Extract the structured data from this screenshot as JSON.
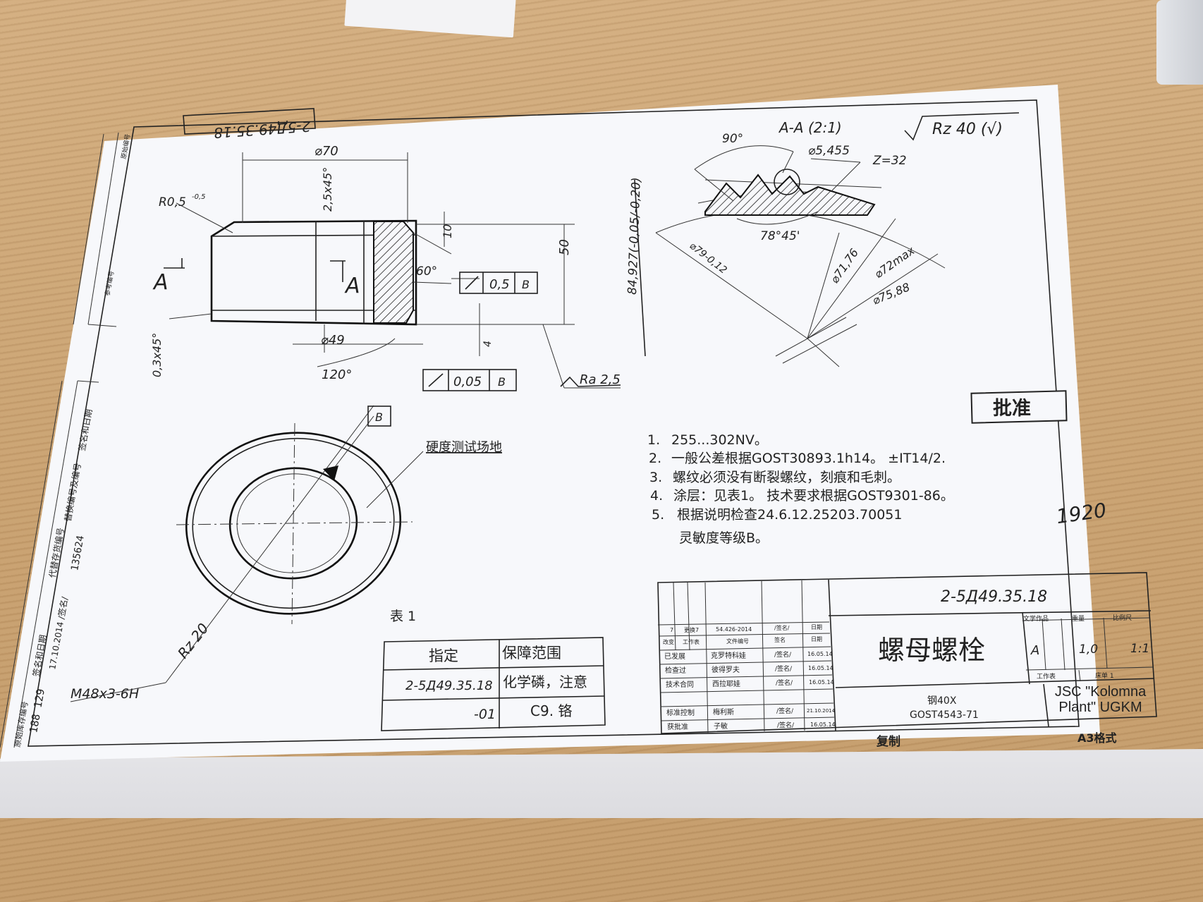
{
  "drawing": {
    "corner_code": "2-5Д49.35.18",
    "surface_finish": "Rz 40 (√)",
    "section": {
      "title": "A-A (2:1)",
      "angle_top": "90°",
      "dia_ball": "⌀5,455",
      "teeth": "Z=32",
      "angle_flank": "78°45'",
      "dim_vertical": "84,927(-0,05/-0,20)",
      "dia_79": "⌀79-0,12",
      "dia_7176": "⌀71,76",
      "dia_72max": "⌀72max",
      "dia_7588": "⌀75,88"
    },
    "elevation": {
      "dia_70": "⌀70",
      "radius": "R0,5",
      "radius_tol": "-0,5",
      "chamfer_top": "2,5x45°",
      "dim_10": "10",
      "dim_50": "50",
      "angle_60": "60°",
      "tol_frame_1_value": "0,5",
      "tol_frame_1_datum": "B",
      "section_mark": "A",
      "dia_49": "⌀49",
      "dim_4": "4",
      "chamfer_bottom": "0,3x45°",
      "angle_120": "120°",
      "tol_frame_2_value": "0,05",
      "tol_frame_2_datum": "B",
      "roughness": "Ra 2,5"
    },
    "plan": {
      "datum_label": "B",
      "hardness_label": "硬度测试场地",
      "roughness_rz": "Rz 20",
      "thread": "M48x3-6H"
    },
    "approval_stamp": "批准",
    "notes": [
      {
        "num": "1.",
        "text": "255...302NV。"
      },
      {
        "num": "2.",
        "text": "一般公差根据GOST30893.1h14。 ±IT14/2."
      },
      {
        "num": "3.",
        "text": "螺纹必须没有断裂螺纹，刻痕和毛刺。"
      },
      {
        "num": "4.",
        "text": "涂层：见表1。 技术要求根据GOST9301-86。"
      },
      {
        "num": "5.",
        "text": "根据说明检查24.6.12.25203.70051"
      },
      {
        "num": "",
        "text": "灵敏度等级B。"
      }
    ],
    "handwritten_note": "1920",
    "table1": {
      "caption": "表 1",
      "headers": [
        "指定",
        "保障范围"
      ],
      "rows": [
        [
          "2-5Д49.35.18",
          "化学磷，注意"
        ],
        [
          "-01",
          "C9. 铬"
        ]
      ]
    },
    "title_block": {
      "doc_code": "2-5Д49.35.18",
      "part_name": "螺母螺栓",
      "material": "钢40X",
      "material_std": "GOST4543-71",
      "company": "JSC \"Kolomna Plant\" UGKM",
      "lit_header": "文学作品",
      "mass_header": "重量",
      "scale_header": "比例尺",
      "lit_value": "A",
      "mass_value": "1,0",
      "scale_value": "1:1",
      "sheet_label": "工作表",
      "sheets_label": "床单 1",
      "change_row": [
        "7",
        "更换7",
        "54.426-2014",
        "/签名/",
        "日期"
      ],
      "header_row": [
        "改变",
        "工作表",
        "文件编号",
        "签名",
        "日期"
      ],
      "roles": [
        {
          "role": "已发展",
          "name": "克罗特科娃",
          "sig": "/签名/",
          "date": "16.05.14"
        },
        {
          "role": "检查过",
          "name": "彼得罗夫",
          "sig": "/签名/",
          "date": "16.05.14"
        },
        {
          "role": "技术合同",
          "name": "西拉耶娃",
          "sig": "/签名/",
          "date": "16.05.14"
        },
        {
          "role": "标准控制",
          "name": "梅利斯",
          "sig": "/签名/",
          "date": "21.10.2014"
        },
        {
          "role": "获批准",
          "name": "子敏",
          "sig": "/签名/",
          "date": "16.05.14"
        }
      ],
      "copy_label": "复制",
      "format_label": "A3格式"
    },
    "side_stamps": {
      "inv_no": "188 129",
      "sign_date": "17.10.2014 /签名/",
      "inv_dup": "135624",
      "labels": [
        "原始编号",
        "参考编号",
        "签名和日期",
        "替换编号及编号",
        "代替存货编号",
        "签名和日期",
        "原始库存编号"
      ]
    }
  }
}
